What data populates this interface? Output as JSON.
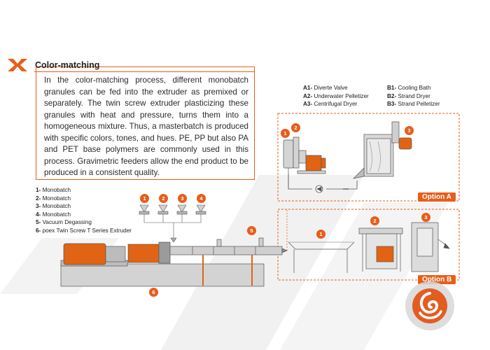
{
  "section": {
    "title": "Color-matching",
    "paragraph": "In the color-matching process, different monobatch granules can be fed into the extruder as premixed or separately. The twin screw extruder plasticizing these granules with heat and pressure, turns them into a homogeneous mixture. Thus, a masterbatch is produced with specific colors, tones, and hues. PE, PP but also PA and PET base polymers are commonly used in this process. Gravimetric feeders allow the end product to be produced in a consistent quality."
  },
  "legend_a": {
    "col1": [
      {
        "key": "A1-",
        "label": "Diverte Valve"
      },
      {
        "key": "A2-",
        "label": "Underwater Pelletizer"
      },
      {
        "key": "A3-",
        "label": "Centrifugal Dryer"
      }
    ],
    "col2": [
      {
        "key": "B1-",
        "label": "Cooling Bath"
      },
      {
        "key": "B2-",
        "label": "Strand Dryer"
      },
      {
        "key": "B3-",
        "label": "Strand Pelletizer"
      }
    ]
  },
  "legend_main": [
    {
      "key": "1-",
      "label": "Monobatch"
    },
    {
      "key": "2-",
      "label": "Monobatch"
    },
    {
      "key": "3-",
      "label": "Monobatch"
    },
    {
      "key": "4-",
      "label": "Monobatch"
    },
    {
      "key": "5-",
      "label": "Vacuum Degassing"
    },
    {
      "key": "6-",
      "label": "poex Twin Screw T Series Extruder"
    }
  ],
  "options": {
    "a": "Option A",
    "b": "Option B"
  },
  "badges": {
    "feeder1": "1",
    "feeder2": "2",
    "feeder3": "3",
    "feeder4": "4",
    "vacuum": "5",
    "extruder": "6",
    "optA_1": "1",
    "optA_2": "2",
    "optA_3": "3",
    "optB_1": "1",
    "optB_2": "2",
    "optB_3": "3"
  },
  "colors": {
    "accent": "#e85d1a",
    "machine_gray": "#c8c8c8",
    "dark_gray": "#555555"
  }
}
